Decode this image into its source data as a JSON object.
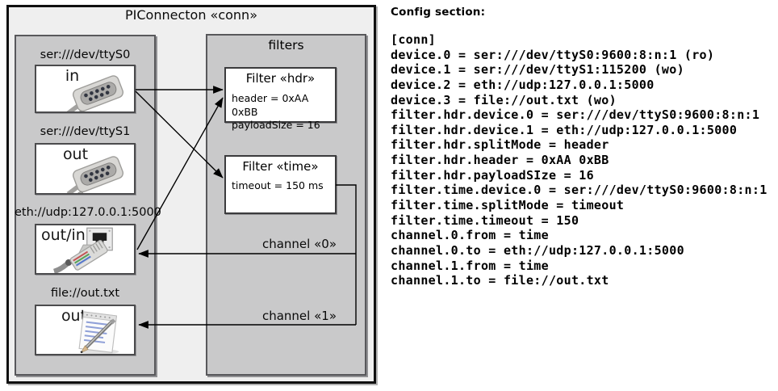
{
  "diagram": {
    "title": "PIConnecton «conn»",
    "devices": [
      {
        "uri": "ser:///dev/ttyS0",
        "direction": "in",
        "icon": "serial-connector-icon"
      },
      {
        "uri": "ser:///dev/ttyS1",
        "direction": "out",
        "icon": "serial-connector-icon"
      },
      {
        "uri": "eth://udp:127.0.0.1:5000",
        "direction": "out/in",
        "icon": "ethernet-connector-icon"
      },
      {
        "uri": "file://out.txt",
        "direction": "out",
        "icon": "notepad-icon"
      }
    ],
    "filters_panel": {
      "label": "filters",
      "filters": [
        {
          "title": "Filter «hdr»",
          "properties": [
            "header = 0xAA 0xBB",
            "payloadSize = 16"
          ]
        },
        {
          "title": "Filter «time»",
          "properties": [
            "timeout = 150 ms"
          ]
        }
      ]
    },
    "channels": [
      {
        "label": "channel «0»"
      },
      {
        "label": "channel «1»"
      }
    ],
    "connections": [
      {
        "from": "ser:///dev/ttyS0",
        "to": "Filter «hdr»"
      },
      {
        "from": "ser:///dev/ttyS0",
        "to": "Filter «time»"
      },
      {
        "from": "eth://udp:127.0.0.1:5000",
        "to": "Filter «hdr»"
      },
      {
        "from": "Filter «time»",
        "to": "eth://udp:127.0.0.1:5000",
        "via": "channel «0»"
      },
      {
        "from": "Filter «time»",
        "to": "file://out.txt",
        "via": "channel «1»"
      }
    ]
  },
  "config": {
    "heading": "Config section:",
    "lines": [
      "[conn]",
      "device.0 = ser:///dev/ttyS0:9600:8:n:1 (ro)",
      "device.1 = ser:///dev/ttyS1:115200 (wo)",
      "device.2 = eth://udp:127.0.0.1:5000",
      "device.3 = file://out.txt (wo)",
      "filter.hdr.device.0 = ser:///dev/ttyS0:9600:8:n:1",
      "filter.hdr.device.1 = eth://udp:127.0.0.1:5000",
      "filter.hdr.splitMode = header",
      "filter.hdr.header = 0xAA 0xBB",
      "filter.hdr.payloadSIze = 16",
      "filter.time.device.0 = ser:///dev/ttyS0:9600:8:n:1",
      "filter.time.splitMode = timeout",
      "filter.time.timeout = 150",
      "channel.0.from = time",
      "channel.0.to = eth://udp:127.0.0.1:5000",
      "channel.1.from = time",
      "channel.1.to = file://out.txt"
    ]
  },
  "colors": {
    "canvas_bg": "#ffffff",
    "outer_box_fill": "#efefef",
    "panel_fill": "#c9c9ca",
    "box_fill": "#ffffff",
    "line": "#000000"
  }
}
